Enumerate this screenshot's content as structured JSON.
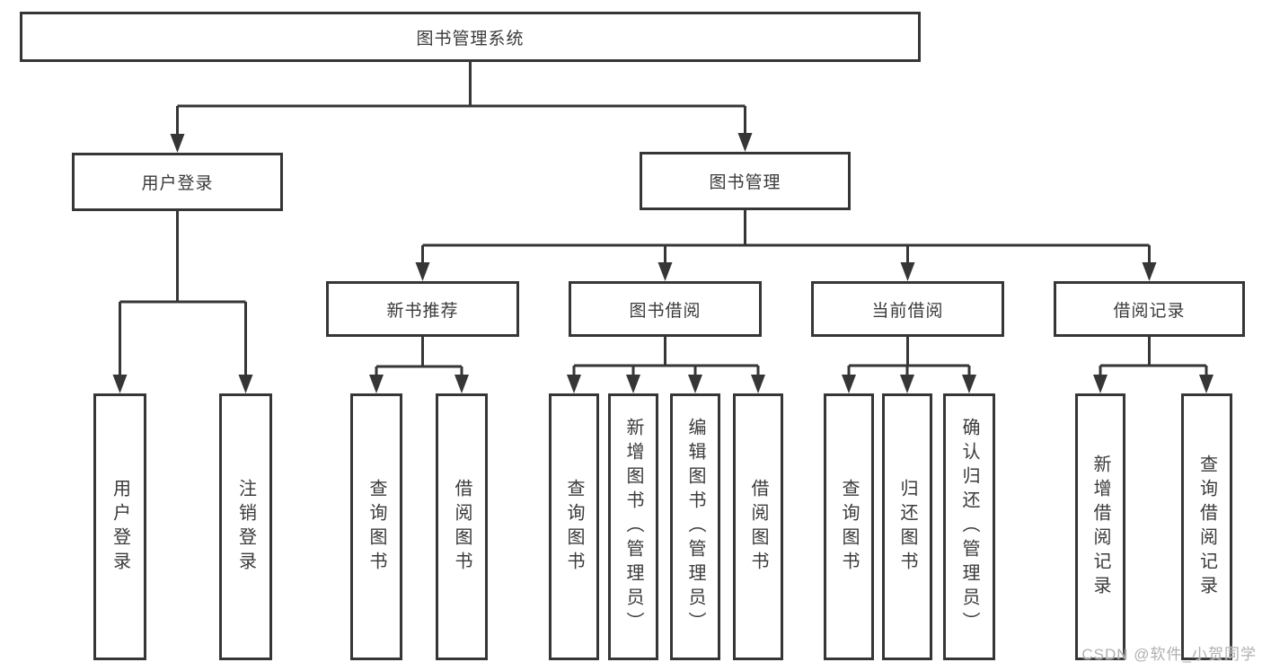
{
  "diagram": {
    "root": {
      "label": "图书管理系统"
    },
    "branches": [
      {
        "label": "用户登录",
        "children": [
          {
            "label": "用户登录"
          },
          {
            "label": "注销登录"
          }
        ]
      },
      {
        "label": "图书管理",
        "children": [
          {
            "label": "新书推荐",
            "children": [
              {
                "label": "查询图书"
              },
              {
                "label": "借阅图书"
              }
            ]
          },
          {
            "label": "图书借阅",
            "children": [
              {
                "label": "查询图书"
              },
              {
                "label": "新增图书（管理员）"
              },
              {
                "label": "编辑图书（管理员）"
              },
              {
                "label": "借阅图书"
              }
            ]
          },
          {
            "label": "当前借阅",
            "children": [
              {
                "label": "查询图书"
              },
              {
                "label": "归还图书"
              },
              {
                "label": "确认归还（管理员）"
              }
            ]
          },
          {
            "label": "借阅记录",
            "children": [
              {
                "label": "新增借阅记录"
              },
              {
                "label": "查询借阅记录"
              }
            ]
          }
        ]
      }
    ]
  },
  "watermark": {
    "text": "CSDN @软件_小贺同学"
  },
  "colors": {
    "line": "#363636",
    "text": "#3a3a3a",
    "box_background": "#ffffff",
    "watermark": "#b0b0b0"
  }
}
